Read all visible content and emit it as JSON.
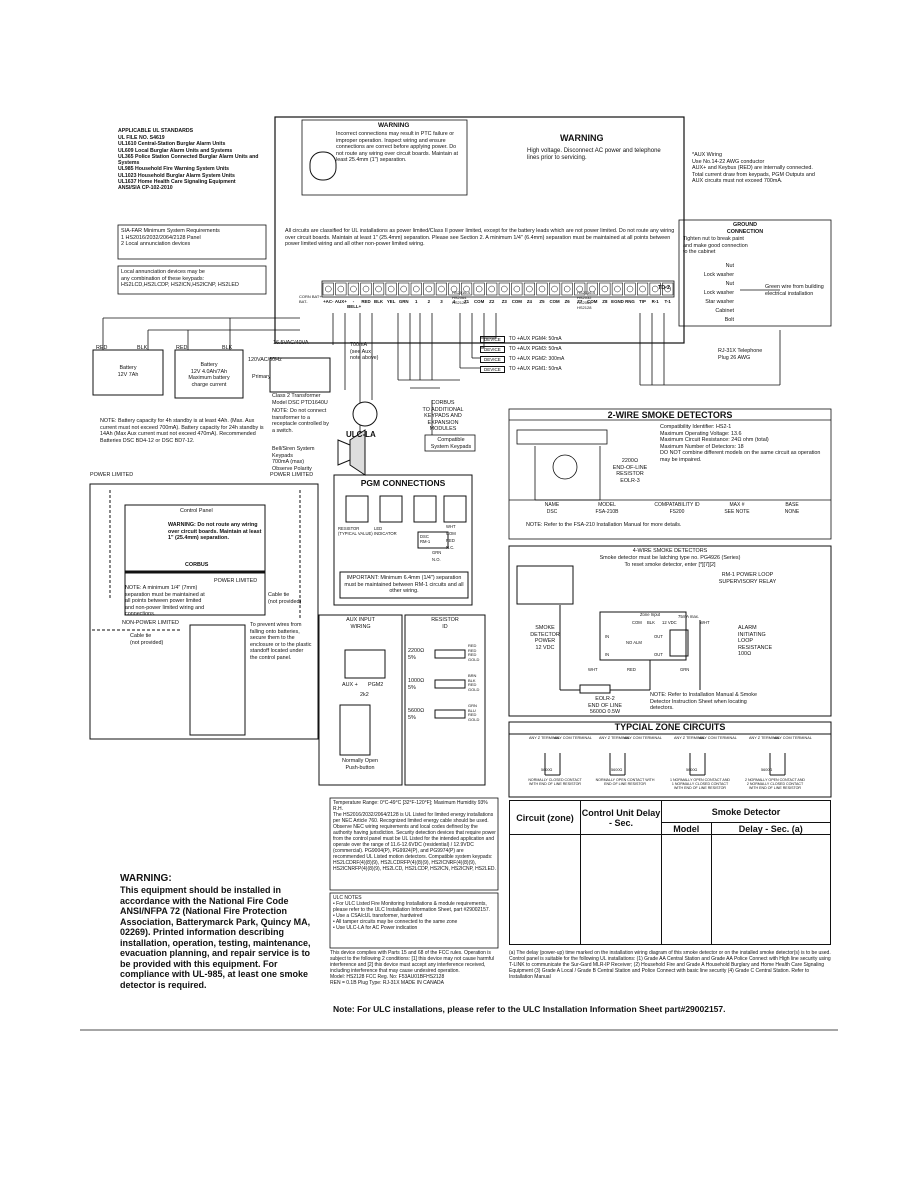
{
  "ul_standards": {
    "heading": "APPLICABLE UL STANDARDS",
    "items": [
      "UL FILE NO. S4619",
      "UL1610 Central-Station Burglar Alarm Units",
      "UL609 Local Burglar Alarm Units and Systems",
      "UL365 Police Station Connected Burglar Alarm Units and Systems",
      "UL985 Household Fire Warning System Units",
      "UL1023 Household Burglar Alarm System Units",
      "UL1637 Home Health Care Signaling Equipment",
      "ANSI/SIA CP-102-2010"
    ]
  },
  "sia_box": "SIA-FAR Minimum System Requirements\n1 HS2016/2032/2064/2128 Panel\n2 Local annunciation devices",
  "annunciation_box": "Local annunciation devices may be\nany combination of these keypads:\nHS2LCD,HS2LCDP, HS2ICN,HS2ICNP, HS2LED",
  "warning_top": {
    "title": "WARNING",
    "text": "Incorrect connections may result in PTC failure or improper operation. Inspect wiring and ensure connections are correct before applying power. Do not route any wiring over circuit boards. Maintain at least 25.4mm (1\") separation."
  },
  "warning_hv": {
    "title": "WARNING",
    "text": "High voltage. Disconnect AC power and telephone lines prior to servicing."
  },
  "aux_wiring_note": "*AUX Wiring\nUse No.14-22 AWG conductor\nAUX+ and Keybus (RED) are internally connected. Total current draw from keypads, PGM Outputs and AUX circuits must not exceed 700mA.",
  "classified_note": "All circuits are classified for UL installations as power limited/Class II power limited, except for the battery leads which are not power limited. Do not route any wiring over circuit boards. Maintain at least 1\" (25.4mm) separation. Please see Section 2. A minimum 1/4\" (6.4mm) separation must be maintained at all points between power limited wiring and all other non-power limited wiring.",
  "ground": {
    "title": "GROUND\nCONNECTION",
    "text": "Tighten nut to break paint and make good connection to the cabinet",
    "labels": [
      "Nut",
      "Lock washer",
      "Nut",
      "Lock washer",
      "Star washer",
      "Cabinet",
      "Bolt"
    ],
    "wire_note": "Green wire from building electrical installation"
  },
  "terminals": [
    "+AC-",
    "AUX+",
    "-BELL+",
    "RED",
    "BLK",
    "YEL",
    "GRN",
    "1",
    "2",
    "3",
    "4",
    "Z1",
    "COM",
    "Z2",
    "Z3",
    "COM",
    "Z4",
    "Z5",
    "COM",
    "Z6",
    "Z7",
    "COM",
    "Z8",
    "EGND",
    "RNG",
    "TIP",
    "R-1",
    "T-1"
  ],
  "board_labels": {
    "td2": "TD-2",
    "batt": "CORN BAT+ BAT-",
    "pgm": "PGM",
    "models_a": "HS2016-4\nHS2064\nHS2128",
    "models_b": "HS2016-4\nHS2032\nHS2064\nHS2128"
  },
  "pgm_outputs": [
    "TO +AUX PGM4: 50mA",
    "TO +AUX PGM3: 50mA",
    "TO +AUX PGM2: 300mA",
    "TO +AUX PGM1: 50mA"
  ],
  "device_label": "DEVICE",
  "battery1": {
    "red": "RED",
    "blk": "BLK",
    "label": "Battery\n12V 7Ah"
  },
  "battery2": {
    "red": "RED",
    "blk": "BLK",
    "label": "Battery\n12V 4.0Ah/7Ah\nMaximum battery\ncharge current"
  },
  "transformer": {
    "rating": "16.5VAC/40VA",
    "vac": "120VAC/60Hz",
    "primary": "Primary",
    "model": "Class 2 Transformer\nModel DSC PTD1640U",
    "note": "NOTE: Do not connect transformer to a receptacle controlled by a switch.",
    "ulc": "ULC-LA"
  },
  "bell": {
    "note": "700mA\n(see Aux note above)",
    "label": "Bell/Siren System\nKeypads\n700mA (max)\nObserve Polarity"
  },
  "corbus": "CORBUS\nTO ADDITIONAL\nKEYPADS AND\nEXPANSION\nMODULES",
  "compatible_keypads": "Compatible\nSystem Keypads",
  "battery_note": "NOTE: Battery capacity for 4h standby is at least 4Ah. (Max. Aux current must not exceed 700mA). Battery capacity for 24h standby is 14Ah (Max Aux current must not exceed 470mA). Recommended Batteries DSC BD4-12 or DSC BD7-12.",
  "two_wire": {
    "title": "2-WIRE SMOKE DETECTORS",
    "specs": "Compatibility Identifier: HS2-1\nMaximum Operating Voltage: 13.6\nMaximum Circuit Resistance: 24Ω ohm (total)\nMaximum Number of Detectors: 18\nDO NOT combine different models on the same circuit as operation may be impaired.",
    "eol": "2200Ω\nEND-OF-LINE\nRESISTOR\nEOLR-3",
    "table_headers": [
      "NAME",
      "MODEL",
      "COMPATABILITY ID",
      "MAX #",
      "BASE"
    ],
    "table_values": [
      "DSC",
      "FSA-210B",
      "FS200",
      "SEE NOTE",
      "NONE"
    ],
    "note": "NOTE: Refer to the FSA-210 Installation Manual for more details."
  },
  "power_limited": {
    "left": "POWER LIMITED",
    "right": "POWER LIMITED",
    "panel": "Control Panel",
    "warning": "WARNING: Do not route any wiring over circuit boards. Maintain at least 1\" (25.4mm) separation.",
    "corbus": "CORBUS",
    "pl": "POWER LIMITED",
    "note": "NOTE: A minimum 1/4\" (7mm) separation must be maintained at all points between power limited and non-power limited wiring and connections.",
    "cable": "Cable tie\n(not provided)",
    "npl": "NON-POWER LIMITED",
    "cable2": "Cable tie\n(not provided)",
    "prevent": "To prevent wires from falling onto batteries, secure them to the enclosure or to the plastic standoff located under the control panel."
  },
  "pgm_conn": {
    "title": "PGM CONNECTIONS",
    "labels": [
      "RESISTOR\n(TYPICAL VALUE)",
      "LED\nINDICATOR",
      "DSC\nRM-1",
      "WHT",
      "COM",
      "RED",
      "N.C.",
      "GRN",
      "N.O."
    ],
    "important": "IMPORTANT: Minimum 6.4mm (1/4\") separation must be maintained between RM-1 circuits and all other wiring."
  },
  "aux_input": {
    "title": "AUX INPUT\nWIRING",
    "labels": [
      "AUX +",
      "PGM2",
      "2k2"
    ],
    "button": "Normally Open\nPush-button"
  },
  "resistor_id": {
    "title": "RESISTOR\nID",
    "values": [
      "2200Ω\n5%",
      "1000Ω\n5%",
      "5600Ω\n5%"
    ],
    "bands": [
      "RED\nRED\nRED\nGOLD",
      "BRN\nBLK\nRED\nGOLD",
      "GRN\nBLU\nRED\nGOLD"
    ]
  },
  "four_wire": {
    "title": "4-WIRE SMOKE DETECTORS",
    "subtitle": "Smoke detector must be latching type no. PG4926 (Series)\nTo reset smoke detector, enter [*][7][2]",
    "relay": "RM-1 POWER LOOP\nSUPERVISORY RELAY",
    "labels": [
      "Zone Input",
      "COM",
      "BLK",
      "12 VDC",
      "75mA max.",
      "WHT",
      "IN",
      "IN",
      "NO ALM",
      "OUT",
      "OUT",
      "RED",
      "GRN",
      "WHT"
    ],
    "smoke": "SMOKE\nDETECTOR\nPOWER\n12 VDC",
    "alarm": "ALARM\nINITIATING\nLOOP\nRESISTANCE\n100Ω",
    "eol": "EOLR-2\nEND OF LINE\n5600Ω 0.5W",
    "note": "NOTE: Refer to Installation Manual & Smoke Detector Instruction Sheet when locating detectors."
  },
  "zone_circuits": {
    "title": "TYPCIAL ZONE CIRCUITS",
    "term_labels": [
      "ANY Z\nTERMINAL",
      "ANY COM\nTERMINAL"
    ],
    "res": [
      "5600Ω",
      "5600Ω",
      "5600Ω",
      "5600Ω"
    ],
    "captions": [
      "NORMALLY\nCLOSED\nCONTACT\nWITH END OF\nLINE\nRESISTOR",
      "NORMALLY\nOPEN\nCONTACT\nWITH END OF\nLINE\nRESISTOR",
      "1 NORMALLY OPEN\nCONTACT AND 1\nNORMALLY CLOSED\nCONTACT WITH END\nOF LINE RESISTOR",
      "2 NORMALLY OPEN\nCONTACT AND 2\nNORMALLY CLOSED\nCONTACT WITH END\nOF LINE RESISTOR"
    ]
  },
  "temp_note": "Temperature Range: 0°C-49°C [32°F-120°F]; Maximum Humidity 93% R.H.\nThe HS2016/2032/2064/2128 is UL Listed for limited energy installations per NEC Article 760. Recognized limited energy cable should be used. Observe NEC wiring requirements and local codes defined by the authority having jurisdiction. Security detection devices that require power from the control panel must be UL Listed for the intended application and operate over the range of 11.6-12.6VDC (residential) / 12.9VDC (commercial). PG9004(P), PG9924(P), and PG9974(P) are recommended UL Listed motion detectors. Compatible system keypads: HS2LCDRF(4)(8)(9), HS2LCDRFP(4)(8)(9), HS2ICNRF(4)(8)(9), HS2ICNRFP(4)(8)(9), HS2LCD, HS2LCDP, HS2ICN, HS2ICNP, HS2LED.",
  "ulc_notes": "ULC NOTES\n• For ULC Listed Fire Monitoring Installations & module requirements, please refer to the ULC Installation Information Sheet, part #29002157.\n• Use a CSA/cUL transformer, hardwired\n• All tamper circuits may be connected to the same zone\n• Use ULC-LA for AC Power indication",
  "fcc_note": "This device complies with Parts 15 and 68 of the FCC rules. Operation is subject to the following 2 conditions: [1] this device may not cause harmful interference and [2] this device must accept any interference received, including interference that may cause undesired operation.\nModel: HS2128 FCC Reg. No: F53AU01BFHS2128\nREN = 0.1B Plug Type: RJ-31X MADE IN CANADA",
  "zone_table": {
    "headers": [
      "Circuit\n(zone)",
      "Control Unit\nDelay - Sec.",
      "Smoke Detector",
      "Model",
      "Delay - Sec. (a)"
    ]
  },
  "delay_note": "(a) The delay (power-up) time marked on the installation wiring diagram of this smoke detector or on the installed smoke detector(s) is to be used.\nControl panel is suitable for the following UL installations: (1) Grade AA Central Station and Grade AA Police Connect with High line security using T-LINK to communicate the Sur-Gard MLR-IP Receiver; (2) Household Fire and Grade A Household Burglary and Home Health Care Signaling Equipment (3) Grade A Local / Grade B Central Station and Police Connect with basic line security (4) Grade C Central Station. Refer to Installation Manual",
  "big_warning": {
    "title": "WARNING:",
    "text": "This equipment should be installed in accordance with the National Fire Code ANSI/NFPA 72 (National Fire Protection Association, Batterymarck Park, Quincy MA, 02269). Printed information describing installation, operation, testing, maintenance, evacuation planning, and repair service is to be provided with this equipment. For compliance with UL-985, at least one smoke detector is required."
  },
  "ulc_bottom_note": "Note: For ULC installations, please refer to the ULC Installation Information Sheet part#29002157.",
  "rj31x": "RJ-31X Telephone\nPlug 26 AWG"
}
